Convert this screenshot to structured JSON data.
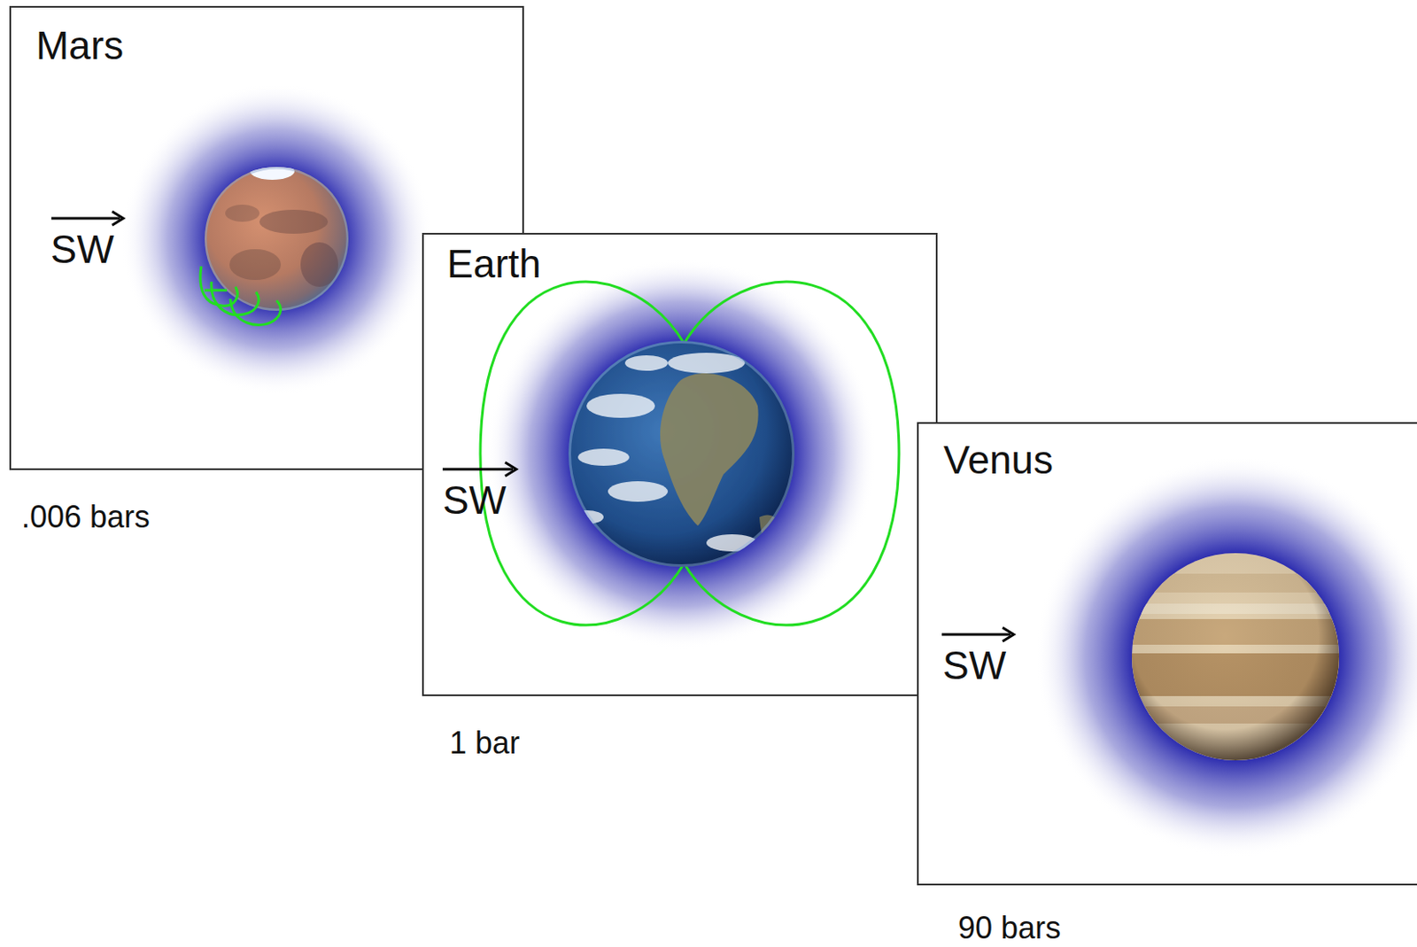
{
  "diagram": {
    "nodes": [
      {
        "text": [
          "Mars",
          ".006 bars"
        ]
      },
      {
        "text": [
          "Earth",
          "1 bar"
        ]
      },
      {
        "text": [
          "Venus",
          "90 bars"
        ]
      }
    ],
    "labels": [
      "SW",
      "SW",
      "SW"
    ]
  }
}
